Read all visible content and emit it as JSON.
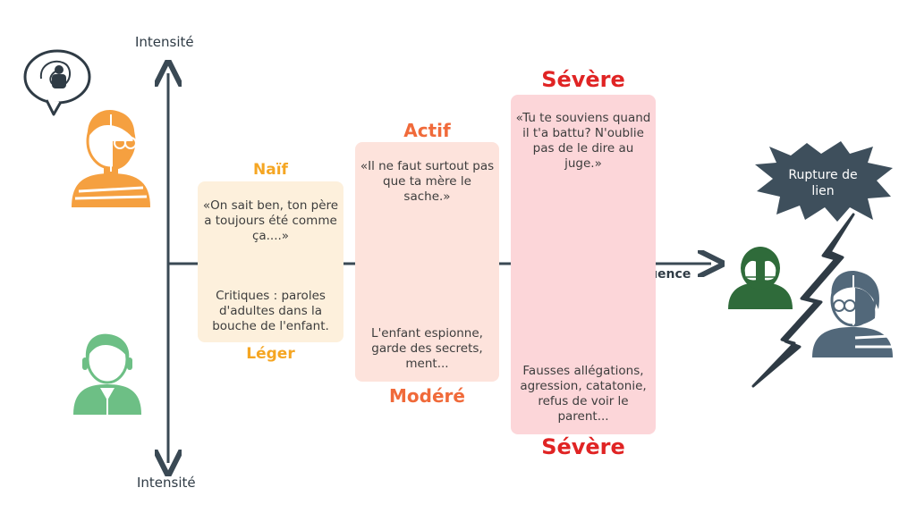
{
  "axis": {
    "top_label": "Intensité",
    "bottom_label": "Intensité",
    "horizontal_label": "Fréquence"
  },
  "levels": [
    {
      "id": "naif-leger",
      "top_title": "Naïf",
      "bottom_title": "Léger",
      "top_text": "«On sait ben, ton père a toujours été comme ça....»",
      "bottom_text": "Critiques : paroles d'adultes dans la bouche de l'enfant.",
      "title_color": "#f5a623",
      "panel_color": "#fdf0dc"
    },
    {
      "id": "actif-modere",
      "top_title": "Actif",
      "bottom_title": "Modéré",
      "top_text": "«Il ne faut surtout pas que ta mère le sache.»",
      "bottom_text": "L'enfant espionne, garde des secrets, ment...",
      "title_color": "#f06a3a",
      "panel_color": "#fde3dc"
    },
    {
      "id": "severe",
      "top_title": "Sévère",
      "bottom_title": "Sévère",
      "top_text": "«Tu te souviens quand il t'a battu? N'oublie pas de le dire au juge.»",
      "bottom_text": "Fausses allégations, agression, catatonie, refus de voir le parent...",
      "title_color": "#e02424",
      "panel_color": "#fcd6d9"
    }
  ],
  "burst": {
    "text": "Rupture de lien",
    "color": "#3e4f5c"
  },
  "colors": {
    "axis": "#3a4954",
    "orange_figure": "#f5a040",
    "green_figure": "#6dbf85",
    "dark_green_figure": "#2f6b3a",
    "slate_figure": "#52687a"
  },
  "icons": [
    "thought-bubble-icon",
    "adult-orange-figure-icon",
    "child-green-figure-icon",
    "crying-child-icon",
    "adult-slate-figure-icon",
    "lightning-crack-icon"
  ]
}
